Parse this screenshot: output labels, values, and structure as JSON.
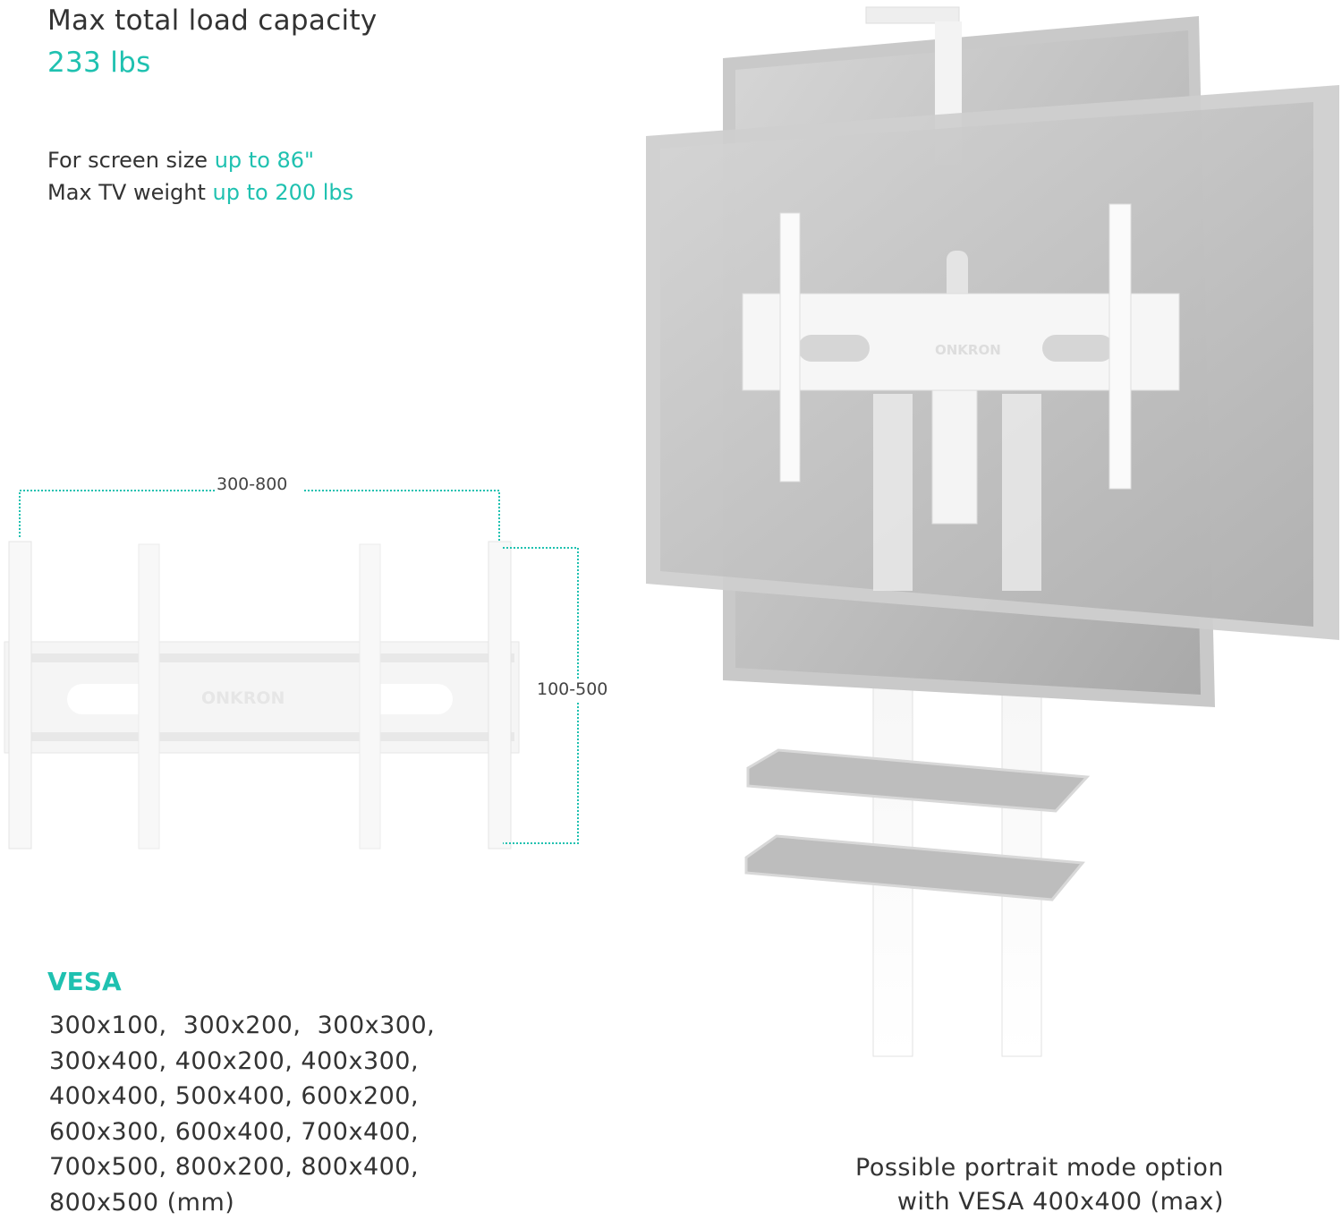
{
  "capacity": {
    "label": "Max total load capacity",
    "value": "233 lbs"
  },
  "specs": [
    {
      "label": "For screen size",
      "value": "up to 86\""
    },
    {
      "label": "Max TV weight",
      "value": "up to 200 lbs"
    }
  ],
  "dimensions": {
    "horizontal": "300-800",
    "vertical": "100-500"
  },
  "brand": "ONKRON",
  "vesa": {
    "title": "VESA",
    "lines": [
      "300x100,  300x200,  300x300,",
      "300x400, 400x200, 400x300,",
      "400x400, 500x400, 600x200,",
      "600x300, 600x400, 700x400,",
      "700x500, 800x200, 800x400,",
      "800x500 (mm)"
    ]
  },
  "caption": {
    "line1": "Possible portrait mode option",
    "line2": "with VESA 400x400 (max)"
  },
  "colors": {
    "accent": "#1fc1b0",
    "text": "#333333",
    "frame": "#c8c8c8"
  }
}
